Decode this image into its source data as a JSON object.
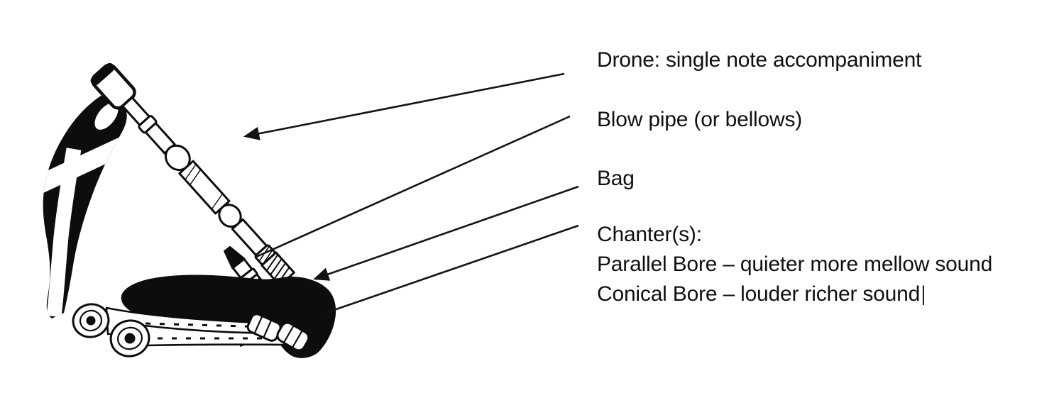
{
  "colors": {
    "ink": "#0d0d0d",
    "background": "#ffffff"
  },
  "diagram": {
    "subject": "bagpipe parts",
    "labels": {
      "drone": "Drone: single note accompaniment",
      "blow_pipe": "Blow pipe (or bellows)",
      "bag": "Bag",
      "chanter_title": "Chanter(s):",
      "chanter_parallel": "Parallel Bore – quieter more mellow sound",
      "chanter_conical": "Conical Bore – louder richer sound"
    },
    "cursor": "|",
    "leader_lines": [
      {
        "target": "drone-pipe",
        "arrowhead": true
      },
      {
        "target": "blow-pipe",
        "arrowhead": false
      },
      {
        "target": "bag",
        "arrowhead": true
      },
      {
        "target": "chanters",
        "arrowhead": false
      }
    ],
    "illustration_parts": [
      "flag-with-white-cross",
      "drone-pipe",
      "blow-pipe",
      "bag",
      "chanter-bells",
      "chanter-stock"
    ]
  }
}
